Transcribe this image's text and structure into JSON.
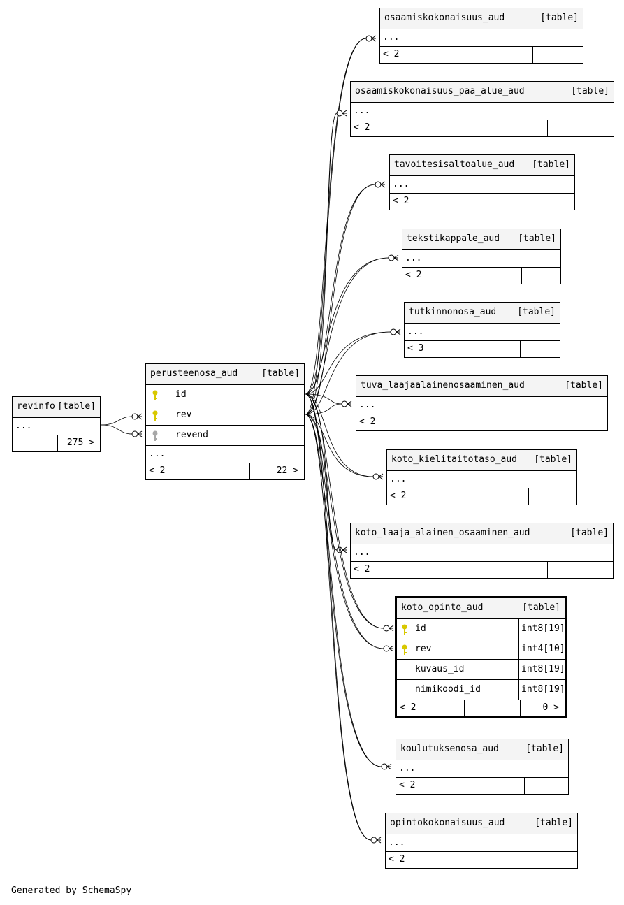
{
  "footer_text": "Generated by SchemaSpy",
  "key_colors": {
    "primary": "#d8c800",
    "foreign": "#a8a8a8"
  },
  "tables": {
    "revinfo": {
      "name": "revinfo",
      "tag": "[table]",
      "ellipsis": "...",
      "foot_left": "",
      "foot_right": "275 >"
    },
    "perusteenosa_aud": {
      "name": "perusteenosa_aud",
      "tag": "[table]",
      "columns": [
        {
          "name": "id",
          "key": "primary"
        },
        {
          "name": "rev",
          "key": "primary"
        },
        {
          "name": "revend",
          "key": "foreign"
        }
      ],
      "ellipsis": "...",
      "foot_left": "< 2",
      "foot_right": "22 >"
    },
    "osaamiskokonaisuus_aud": {
      "name": "osaamiskokonaisuus_aud",
      "tag": "[table]",
      "ellipsis": "...",
      "foot_left": "< 2"
    },
    "osaamiskokonaisuus_paa_alue_aud": {
      "name": "osaamiskokonaisuus_paa_alue_aud",
      "tag": "[table]",
      "ellipsis": "...",
      "foot_left": "< 2"
    },
    "tavoitesisaltoalue_aud": {
      "name": "tavoitesisaltoalue_aud",
      "tag": "[table]",
      "ellipsis": "...",
      "foot_left": "< 2"
    },
    "tekstikappale_aud": {
      "name": "tekstikappale_aud",
      "tag": "[table]",
      "ellipsis": "...",
      "foot_left": "< 2"
    },
    "tutkinnonosa_aud": {
      "name": "tutkinnonosa_aud",
      "tag": "[table]",
      "ellipsis": "...",
      "foot_left": "< 3"
    },
    "tuva_laajaalainenosaaminen_aud": {
      "name": "tuva_laajaalainenosaaminen_aud",
      "tag": "[table]",
      "ellipsis": "...",
      "foot_left": "< 2"
    },
    "koto_kielitaitotaso_aud": {
      "name": "koto_kielitaitotaso_aud",
      "tag": "[table]",
      "ellipsis": "...",
      "foot_left": "< 2"
    },
    "koto_laaja_alainen_osaaminen_aud": {
      "name": "koto_laaja_alainen_osaaminen_aud",
      "tag": "[table]",
      "ellipsis": "...",
      "foot_left": "< 2"
    },
    "koto_opinto_aud": {
      "name": "koto_opinto_aud",
      "tag": "[table]",
      "columns": [
        {
          "name": "id",
          "type": "int8[19]",
          "key": "primary"
        },
        {
          "name": "rev",
          "type": "int4[10]",
          "key": "primary"
        },
        {
          "name": "kuvaus_id",
          "type": "int8[19]",
          "key": ""
        },
        {
          "name": "nimikoodi_id",
          "type": "int8[19]",
          "key": ""
        }
      ],
      "foot_left": "< 2",
      "foot_right": "0 >"
    },
    "koulutuksenosa_aud": {
      "name": "koulutuksenosa_aud",
      "tag": "[table]",
      "ellipsis": "...",
      "foot_left": "< 2"
    },
    "opintokokonaisuus_aud": {
      "name": "opintokokonaisuus_aud",
      "tag": "[table]",
      "ellipsis": "...",
      "foot_left": "< 2"
    }
  },
  "relationships": [
    {
      "from": "revinfo",
      "to": "perusteenosa_aud.rev"
    },
    {
      "from": "revinfo",
      "to": "perusteenosa_aud.revend"
    },
    {
      "from": "perusteenosa_aud",
      "to": "osaamiskokonaisuus_aud"
    },
    {
      "from": "perusteenosa_aud",
      "to": "osaamiskokonaisuus_paa_alue_aud"
    },
    {
      "from": "perusteenosa_aud",
      "to": "tavoitesisaltoalue_aud"
    },
    {
      "from": "perusteenosa_aud",
      "to": "tekstikappale_aud"
    },
    {
      "from": "perusteenosa_aud",
      "to": "tutkinnonosa_aud"
    },
    {
      "from": "perusteenosa_aud",
      "to": "tuva_laajaalainenosaaminen_aud"
    },
    {
      "from": "perusteenosa_aud",
      "to": "koto_kielitaitotaso_aud"
    },
    {
      "from": "perusteenosa_aud",
      "to": "koto_laaja_alainen_osaaminen_aud"
    },
    {
      "from": "perusteenosa_aud.id",
      "to": "koto_opinto_aud.id"
    },
    {
      "from": "perusteenosa_aud.rev",
      "to": "koto_opinto_aud.rev"
    },
    {
      "from": "perusteenosa_aud",
      "to": "koulutuksenosa_aud"
    },
    {
      "from": "perusteenosa_aud",
      "to": "opintokokonaisuus_aud"
    }
  ]
}
